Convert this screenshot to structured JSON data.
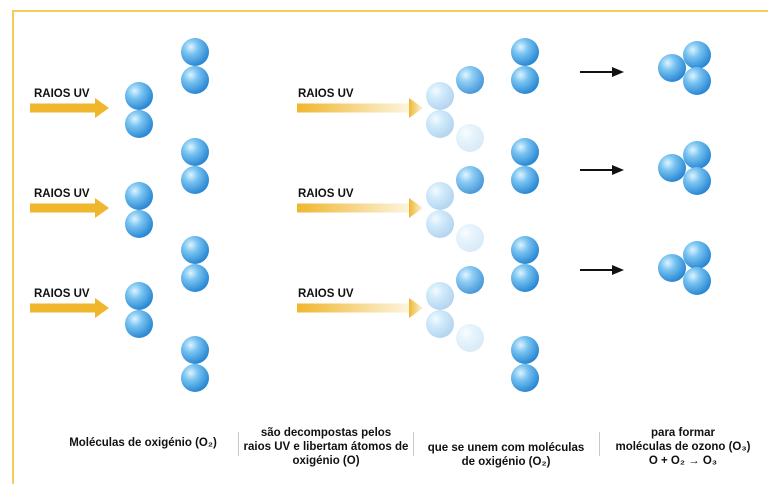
{
  "uv_label": "RAIOS UV",
  "uv_label_alt": "RAIOS UV",
  "colors": {
    "frame": "#f3cf5a",
    "uv_arrow": "#f0b62e",
    "molecule": "#3d9ee3",
    "arrow": "#111111"
  },
  "captions": {
    "step1": "Moléculas de oxigénio (O₂)",
    "step2": [
      "são decompostas pelos",
      "raios UV e libertam átomos de",
      "oxigénio (O)"
    ],
    "step3": [
      "que se unem com moléculas",
      "de oxigénio (O₂)"
    ],
    "step4": [
      "para formar",
      "moléculas de ozono (O₃)",
      "O + O₂ → O₃"
    ]
  }
}
